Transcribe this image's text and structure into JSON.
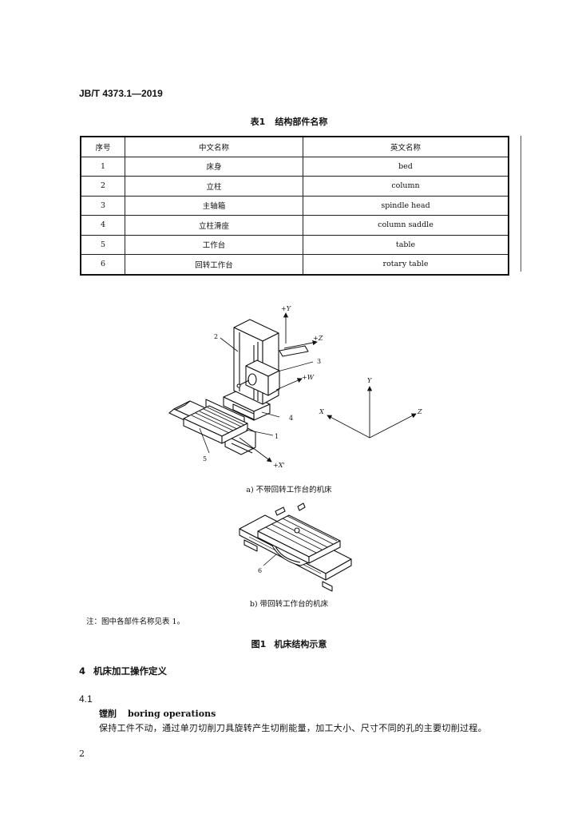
{
  "header": {
    "standard_number": "JB/T 4373.1—2019"
  },
  "table": {
    "caption_number": "表1",
    "caption_title": "结构部件名称",
    "headers": [
      "序号",
      "中文名称",
      "英文名称"
    ],
    "rows": [
      [
        "1",
        "床身",
        "bed"
      ],
      [
        "2",
        "立柱",
        "column"
      ],
      [
        "3",
        "主轴箱",
        "spindle head"
      ],
      [
        "4",
        "立柱滑座",
        "column saddle"
      ],
      [
        "5",
        "工作台",
        "table"
      ],
      [
        "6",
        "回转工作台",
        "rotary table"
      ]
    ]
  },
  "figure": {
    "diagram_a": {
      "axis_labels": {
        "y": "+Y",
        "z": "+Z",
        "w": "+W",
        "x": "+X'"
      },
      "callouts": [
        "2",
        "3",
        "4",
        "1",
        "5"
      ],
      "coordinate_axes": {
        "y": "Y",
        "x": "X",
        "z": "Z"
      }
    },
    "caption_a": "a) 不带回转工作台的机床",
    "diagram_b": {
      "callouts": [
        "6"
      ]
    },
    "caption_b": "b) 带回转工作台的机床",
    "note": "注：图中各部件名称见表 1。",
    "title_number": "图1",
    "title_text": "机床结构示意"
  },
  "section": {
    "number": "4",
    "title": "机床加工操作定义"
  },
  "clause": {
    "number": "4.1",
    "term_zh": "镗削",
    "term_en": "boring operations",
    "definition": "保持工件不动，通过单刃切削刀具旋转产生切削能量，加工大小、尺寸不同的孔的主要切削过程。"
  },
  "footer": {
    "page_number": "2"
  }
}
